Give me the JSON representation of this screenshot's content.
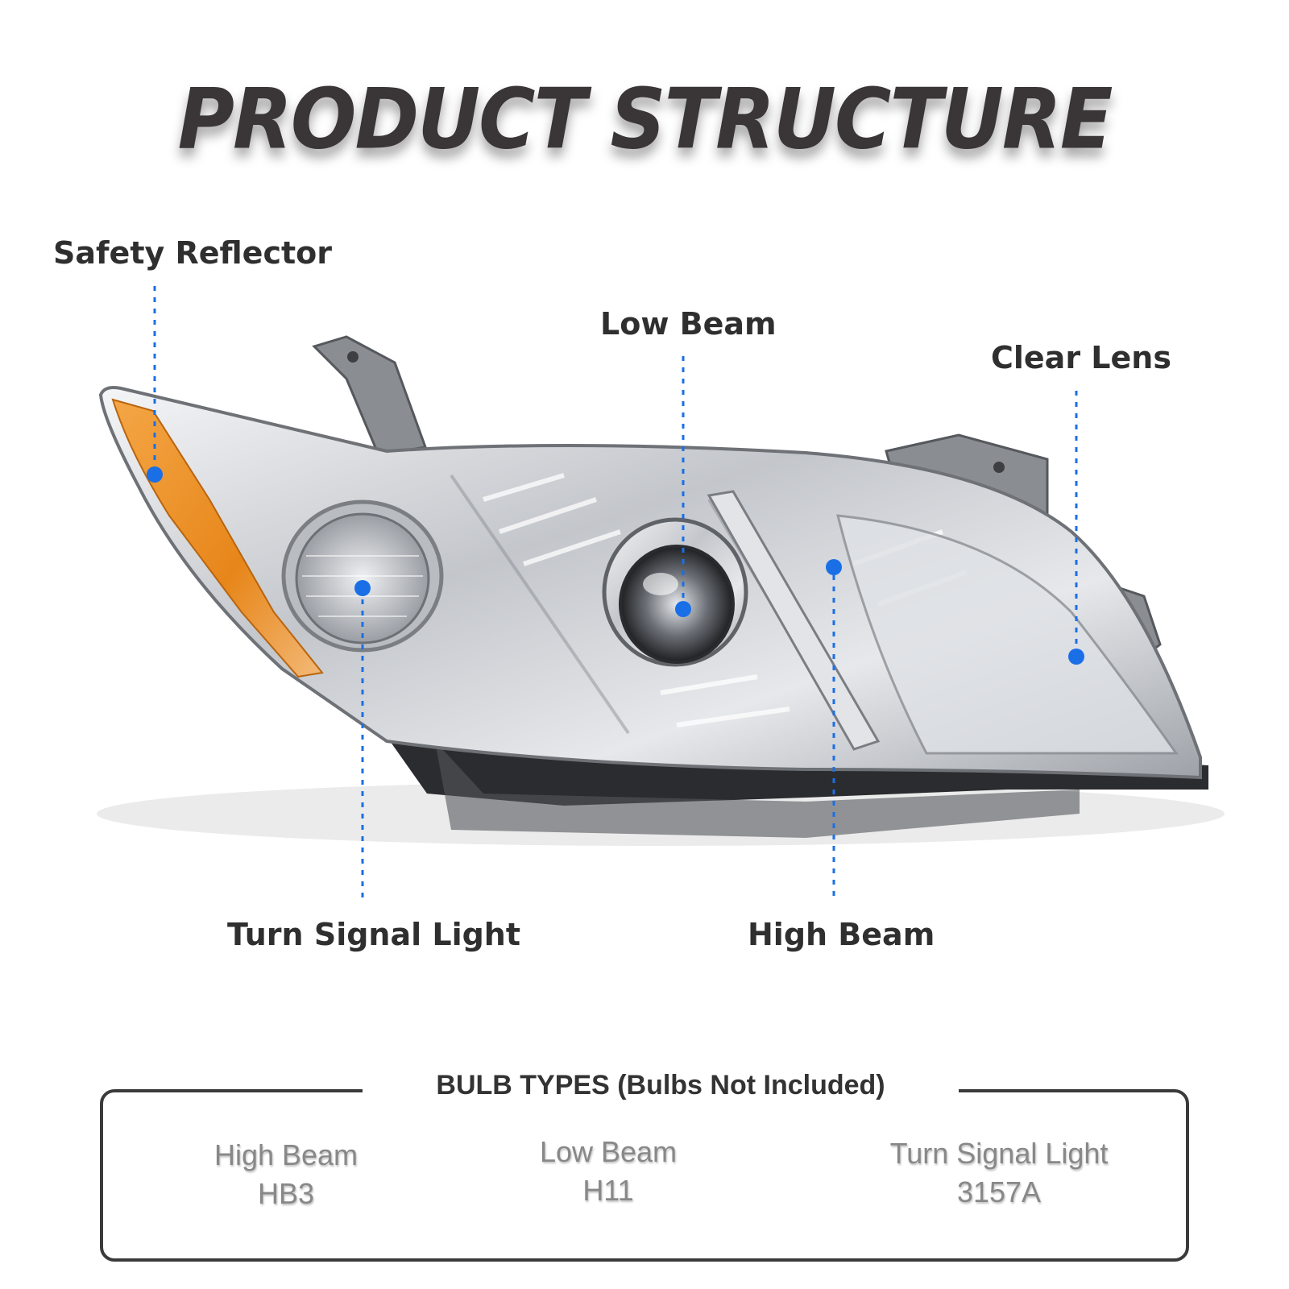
{
  "title": "PRODUCT STRUCTURE",
  "callouts": {
    "safety_reflector": "Safety Reflector",
    "low_beam": "Low Beam",
    "clear_lens": "Clear Lens",
    "turn_signal": "Turn Signal Light",
    "high_beam": "High Beam"
  },
  "bulb_types": {
    "heading": "BULB TYPES (Bulbs Not Included)",
    "items": [
      {
        "name": "High Beam",
        "code": "HB3"
      },
      {
        "name": "Low Beam",
        "code": "H11"
      },
      {
        "name": "Turn Signal Light",
        "code": "3157A"
      }
    ]
  },
  "colors": {
    "accent_blue": "#1a6fe6",
    "amber": "#e8891a",
    "chrome": "#c9ccd0",
    "text_dark": "#2f2f2f"
  }
}
